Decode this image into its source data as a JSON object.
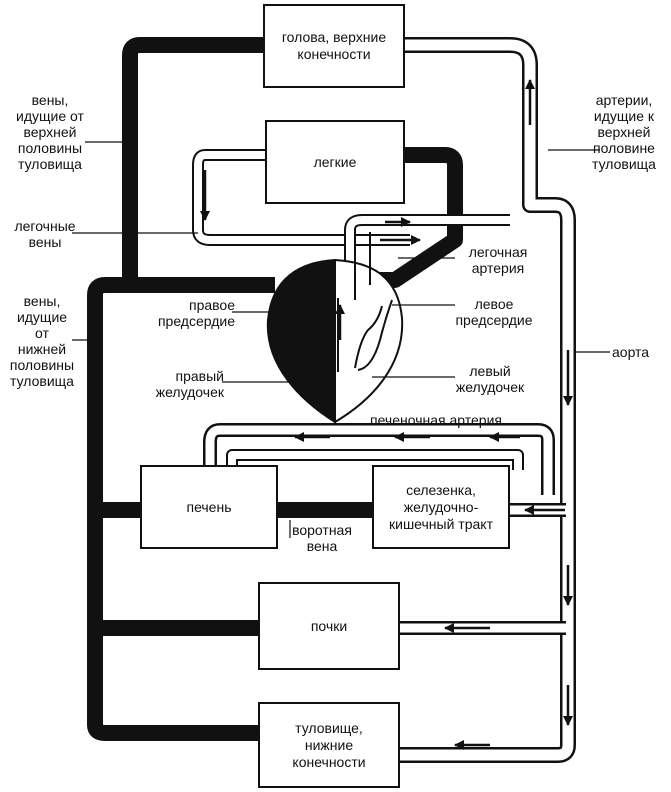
{
  "organs": {
    "head": "голова, верхние\nконечности",
    "lungs": "легкие",
    "liver": "печень",
    "spleen": "селезенка,\nжелудочно-\nкишечный тракт",
    "kidneys": "почки",
    "trunk": "туловище,\nнижние\nконечности"
  },
  "labels": {
    "veins_upper": "вены,\nидущие от\nверхней\nполовины\nтуловища",
    "arteries_upper": "артерии,\nидущие к\nверхней\nполовине\nтуловища",
    "pulmonary_veins": "легочные\nвены",
    "pulmonary_artery": "легочная\nартерия",
    "veins_lower": "вены,\nидущие\nот\nнижней\nполовины\nтуловища",
    "right_atrium": "правое\nпредсердие",
    "left_atrium": "левое\nпредсердие",
    "aorta": "аорта",
    "right_ventricle": "правый\nжелудочек",
    "left_ventricle": "левый\nжелудочек",
    "hepatic_artery": "печеночная артерия",
    "portal_vein": "воротная\nвена"
  },
  "colors": {
    "line": "#111111",
    "background": "#ffffff"
  }
}
